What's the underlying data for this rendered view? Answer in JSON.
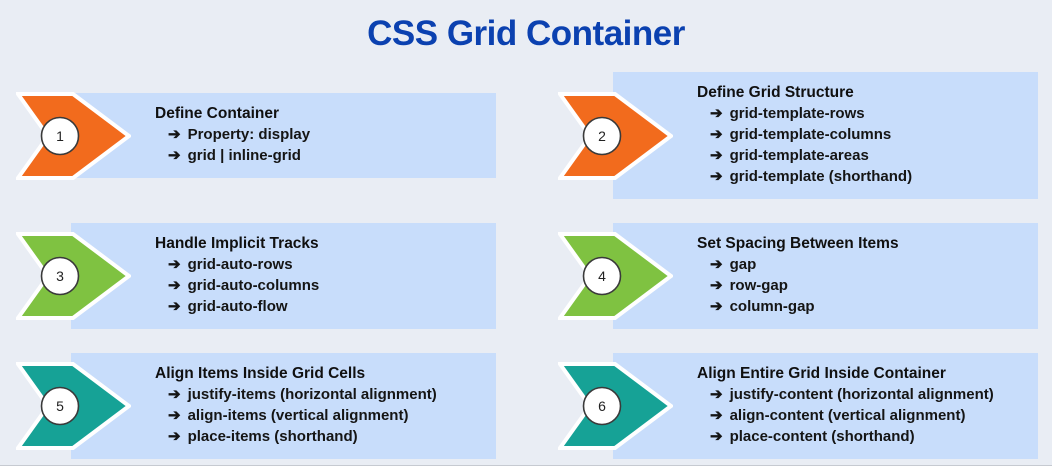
{
  "page": {
    "title": "CSS Grid Container",
    "background": "#e9edf4",
    "title_color": "#0b41b0",
    "panel_color": "#c8ddfb"
  },
  "bullet_glyph": "➔",
  "cards": [
    {
      "number": "1",
      "color": "#f26b1d",
      "title": "Define Container",
      "items": [
        "Property: display",
        "grid | inline-grid"
      ]
    },
    {
      "number": "2",
      "color": "#f26b1d",
      "title": "Define Grid Structure",
      "items": [
        "grid-template-rows",
        "grid-template-columns",
        "grid-template-areas",
        "grid-template (shorthand)"
      ]
    },
    {
      "number": "3",
      "color": "#7fc241",
      "title": "Handle Implicit Tracks",
      "items": [
        "grid-auto-rows",
        "grid-auto-columns",
        "grid-auto-flow"
      ]
    },
    {
      "number": "4",
      "color": "#7fc241",
      "title": "Set Spacing Between Items",
      "items": [
        "gap",
        "row-gap",
        "column-gap"
      ]
    },
    {
      "number": "5",
      "color": "#16a296",
      "title": "Align Items Inside Grid Cells",
      "items": [
        "justify-items (horizontal alignment)",
        "align-items (vertical alignment)",
        "place-items (shorthand)"
      ]
    },
    {
      "number": "6",
      "color": "#16a296",
      "title": "Align Entire Grid Inside Container",
      "items": [
        "justify-content (horizontal alignment)",
        "align-content (vertical alignment)",
        "place-content (shorthand)"
      ]
    }
  ]
}
